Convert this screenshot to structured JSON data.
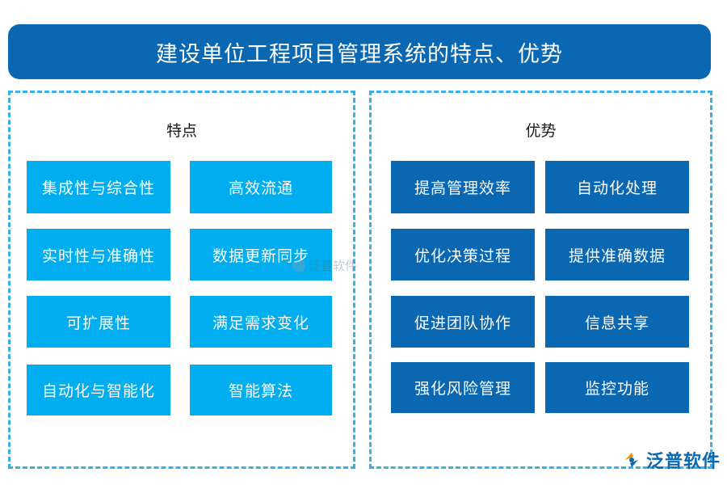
{
  "title": "建设单位工程项目管理系统的特点、优势",
  "features": {
    "heading": "特点",
    "items": [
      "集成性与综合性",
      "高效流通",
      "实时性与准确性",
      "数据更新同步",
      "可扩展性",
      "满足需求变化",
      "自动化与智能化",
      "智能算法"
    ]
  },
  "advantages": {
    "heading": "优势",
    "items": [
      "提高管理效率",
      "自动化处理",
      "优化决策过程",
      "提供准确数据",
      "促进团队协作",
      "信息共享",
      "强化风险管理",
      "监控功能"
    ]
  },
  "watermark": "泛普软件",
  "logo": {
    "text": "泛普软件",
    "icon": "fanpu-logo-icon"
  },
  "colors": {
    "title_bg": "#0a67b2",
    "feature_box": "#00adee",
    "advantage_box": "#0a67b2",
    "dashed_border": "#39b0e6"
  }
}
